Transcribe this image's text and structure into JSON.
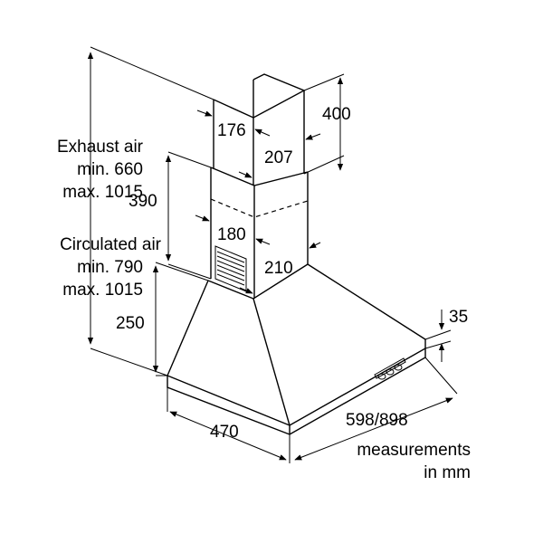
{
  "dimensions": {
    "chimney_height_upper": "400",
    "chimney_width_front": "176",
    "chimney_depth_upper": "207",
    "chimney_lower_height": "390",
    "chimney_width_lower": "180",
    "chimney_depth_lower": "210",
    "hood_height": "250",
    "hood_depth": "470",
    "hood_width": "598/898",
    "hood_rim_height": "35"
  },
  "exhaust_air": {
    "title": "Exhaust air",
    "min": "min. 660",
    "max": "max. 1015"
  },
  "circulated_air": {
    "title": "Circulated air",
    "min": "min. 790",
    "max": "max. 1015"
  },
  "units_note": {
    "line1": "measurements",
    "line2": "in mm"
  }
}
